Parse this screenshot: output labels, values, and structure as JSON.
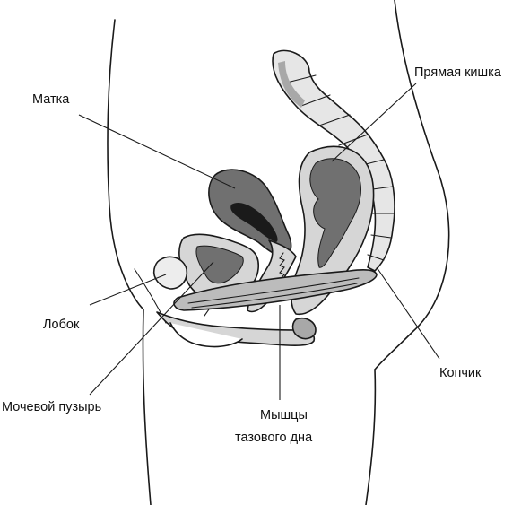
{
  "labels": {
    "uterus": "Матка",
    "rectum": "Прямая кишка",
    "pubis": "Лобок",
    "bladder": "Мочевой пузырь",
    "coccyx": "Копчик",
    "pelvic_floor_line1": "Мышцы",
    "pelvic_floor_line2": "тазового дна"
  },
  "colors": {
    "ink": "#1a1a1a",
    "dark_fill": "#707070",
    "mid_fill": "#a8a8a8",
    "light_fill": "#d6d6d6"
  }
}
